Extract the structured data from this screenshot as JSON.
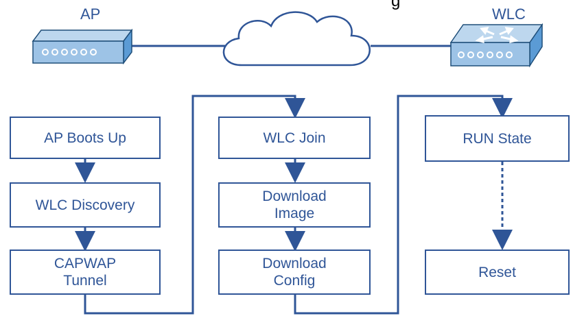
{
  "caption": "g",
  "devices": {
    "ap": {
      "label": "AP",
      "icon": "access-point-icon"
    },
    "wlc": {
      "label": "WLC",
      "icon": "wireless-controller-icon"
    },
    "network": {
      "icon": "cloud-icon"
    }
  },
  "steps": [
    {
      "id": "ap-boots-up",
      "label": "AP Boots Up"
    },
    {
      "id": "wlc-discovery",
      "label": "WLC Discovery"
    },
    {
      "id": "capwap-tunnel",
      "label": "CAPWAP\nTunnel"
    },
    {
      "id": "wlc-join",
      "label": "WLC Join"
    },
    {
      "id": "download-image",
      "label": "Download\nImage"
    },
    {
      "id": "download-config",
      "label": "Download\nConfig"
    },
    {
      "id": "run-state",
      "label": "RUN State"
    },
    {
      "id": "reset",
      "label": "Reset"
    }
  ],
  "colors": {
    "line": "#2f5597",
    "device_fill": "#9dc3e6",
    "device_dark": "#1f4e79"
  }
}
